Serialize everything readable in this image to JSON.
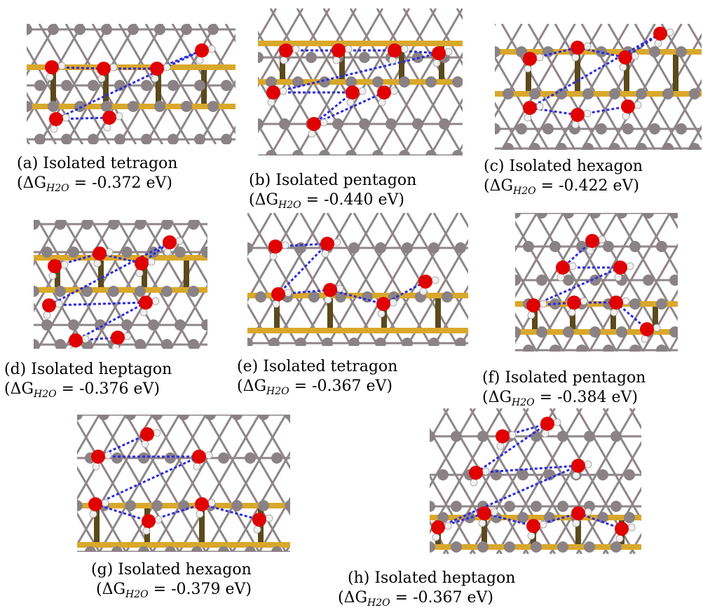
{
  "figure": {
    "panels": [
      {
        "id": "a",
        "label": "(a)",
        "title": "Isolated tetragon",
        "energy": "-0.372"
      },
      {
        "id": "b",
        "label": "(b)",
        "title": "Isolated pentagon",
        "energy": "-0.440"
      },
      {
        "id": "c",
        "label": "(c)",
        "title": "Isolated hexagon",
        "energy": "-0.422"
      },
      {
        "id": "d",
        "label": "(d)",
        "title": "Isolated heptagon",
        "energy": "-0.376"
      },
      {
        "id": "e",
        "label": "(e)",
        "title": "Isolated tetragon",
        "energy": "-0.367"
      },
      {
        "id": "f",
        "label": "(f)",
        "title": "Isolated pentagon",
        "energy": "-0.384"
      },
      {
        "id": "g",
        "label": "(g)",
        "title": "Isolated hexagon",
        "energy": "-0.379"
      },
      {
        "id": "h",
        "label": "(h)",
        "title": "Isolated heptagon",
        "energy": "-0.367"
      }
    ],
    "energy_prefix": "(ΔG",
    "energy_subscript": "H2O",
    "energy_equals": " = ",
    "energy_unit": " eV)",
    "colors": {
      "metal_atom": "#8a8284",
      "metal_bond": "#8f8688",
      "rod": "#d9a82b",
      "rod_dark": "#5a4a1c",
      "oxygen": "#e00000",
      "hydrogen": "#f0f0f0",
      "hbond": "#2a2ae0"
    }
  }
}
